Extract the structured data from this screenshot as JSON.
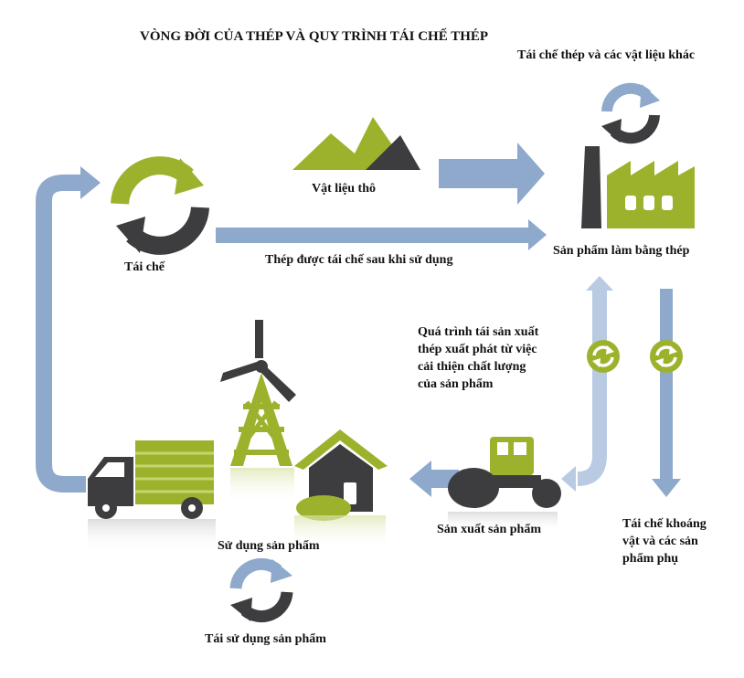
{
  "title": "VÒNG ĐỜI CỦA THÉP VÀ QUY TRÌNH TÁI CHẾ THÉP",
  "nodes": {
    "recycle_other": "Tái chế thép và các vật liệu khác",
    "raw_material": "Vật liệu thô",
    "recycle": "Tái chế",
    "recycled_after_use": "Thép được tái chế sau khi sử dụng",
    "steel_products": "Sản phẩm làm bằng thép",
    "remanufacture": [
      "Quá trình tái sản xuất",
      "thép xuất phát từ việc",
      "cải thiện chất lượng",
      "của sản phẩm"
    ],
    "byproducts": [
      "Tái chế khoáng",
      "vật và các sản",
      "phẩm phụ"
    ],
    "manufacture": "Sản xuất sản phẩm",
    "product_use": "Sử dụng sản phẩm",
    "product_reuse": "Tái sử dụng sản phẩm"
  },
  "colors": {
    "green": "#9db22c",
    "green_dark": "#7e9220",
    "gray": "#3d3d3f",
    "blue": "#8ea9cc",
    "blue_light": "#b8cbe3"
  },
  "icons": [
    "recycle-icon",
    "mountain-icon",
    "factory-icon",
    "wind-turbine-icon",
    "truck-icon",
    "house-icon",
    "steamroller-icon"
  ]
}
